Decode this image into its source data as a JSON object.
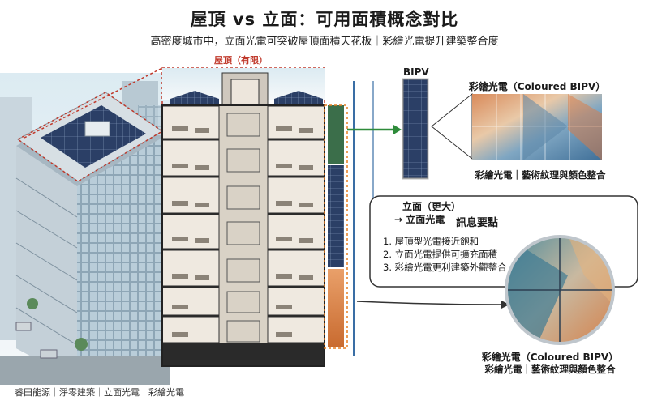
{
  "title": "屋頂 vs 立面：可用面積概念對比",
  "subtitle": "高密度城市中，立面光電可突破屋頂面積天花板｜彩繪光電提升建築整合度",
  "roof_label": "屋頂（有限）",
  "bipv_label": "BIPV",
  "coloured_bipv_top": "彩繪光電（Coloured BIPV）",
  "coloured_bipv_top_sub": "彩繪光電｜藝術紋理與顏色整合",
  "facade_label_line1": "立面（更大）",
  "facade_label_line2": "→ 立面光電",
  "key_points": {
    "title": "訊息要點",
    "items": [
      "1.  屋頂型光電接近飽和",
      "2.  立面光電提供可擴充面積",
      "3.  彩繪光電更利建築外觀整合"
    ]
  },
  "coloured_bipv_bottom": "彩繪光電（Coloured BIPV）",
  "coloured_bipv_bottom_sub": "彩繪光電｜藝術紋理與顏色整合",
  "footer": "睿田能源｜淨零建築｜立面光電｜彩繪光電",
  "colors": {
    "roof_outline": "#c0392b",
    "facade_outline": "#e67e22",
    "green_arrow": "#2e8b3a",
    "bipv_panel": "#1b2a4a",
    "sky": "#cfe3ec"
  }
}
